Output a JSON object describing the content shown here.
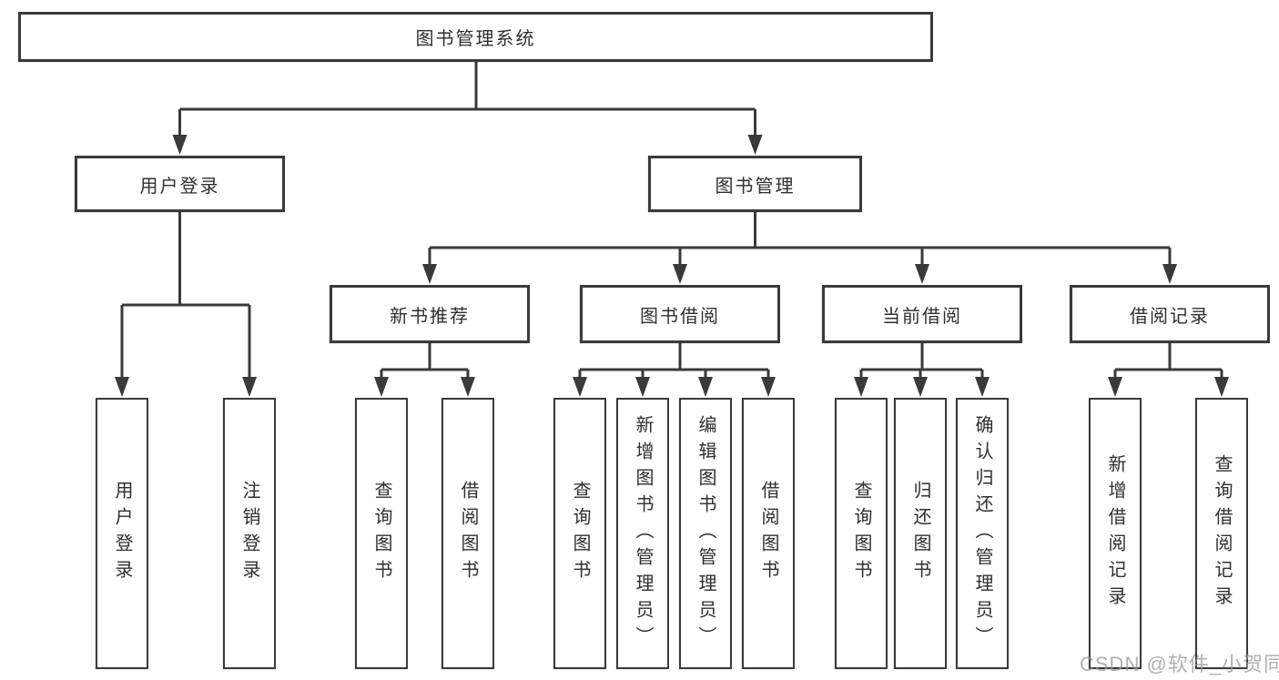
{
  "diagram": {
    "title": "图书管理系统",
    "root": {
      "label": "图书管理系统"
    },
    "level2": [
      {
        "label": "用户登录"
      },
      {
        "label": "图书管理"
      }
    ],
    "level3": [
      {
        "label": "新书推荐"
      },
      {
        "label": "图书借阅"
      },
      {
        "label": "当前借阅"
      },
      {
        "label": "借阅记录"
      }
    ],
    "leaves": {
      "user_login": [
        "用户登录",
        "注销登录"
      ],
      "new_book_recommend": [
        "查询图书",
        "借阅图书"
      ],
      "book_borrow": [
        "查询图书",
        "新增图书（管理员）",
        "编辑图书（管理员）",
        "借阅图书"
      ],
      "current_borrow": [
        "查询图书",
        "归还图书",
        "确认归还（管理员）"
      ],
      "borrow_records": [
        "新增借阅记录",
        "查询借阅记录"
      ]
    }
  },
  "watermark": {
    "text": "CSDN @软件_小贺同学"
  },
  "colors": {
    "line": "#3a3a3a",
    "box_border": "#3a3a3a",
    "box_fill": "#ffffff",
    "text": "#2f2f2f",
    "watermark": "#969696"
  }
}
